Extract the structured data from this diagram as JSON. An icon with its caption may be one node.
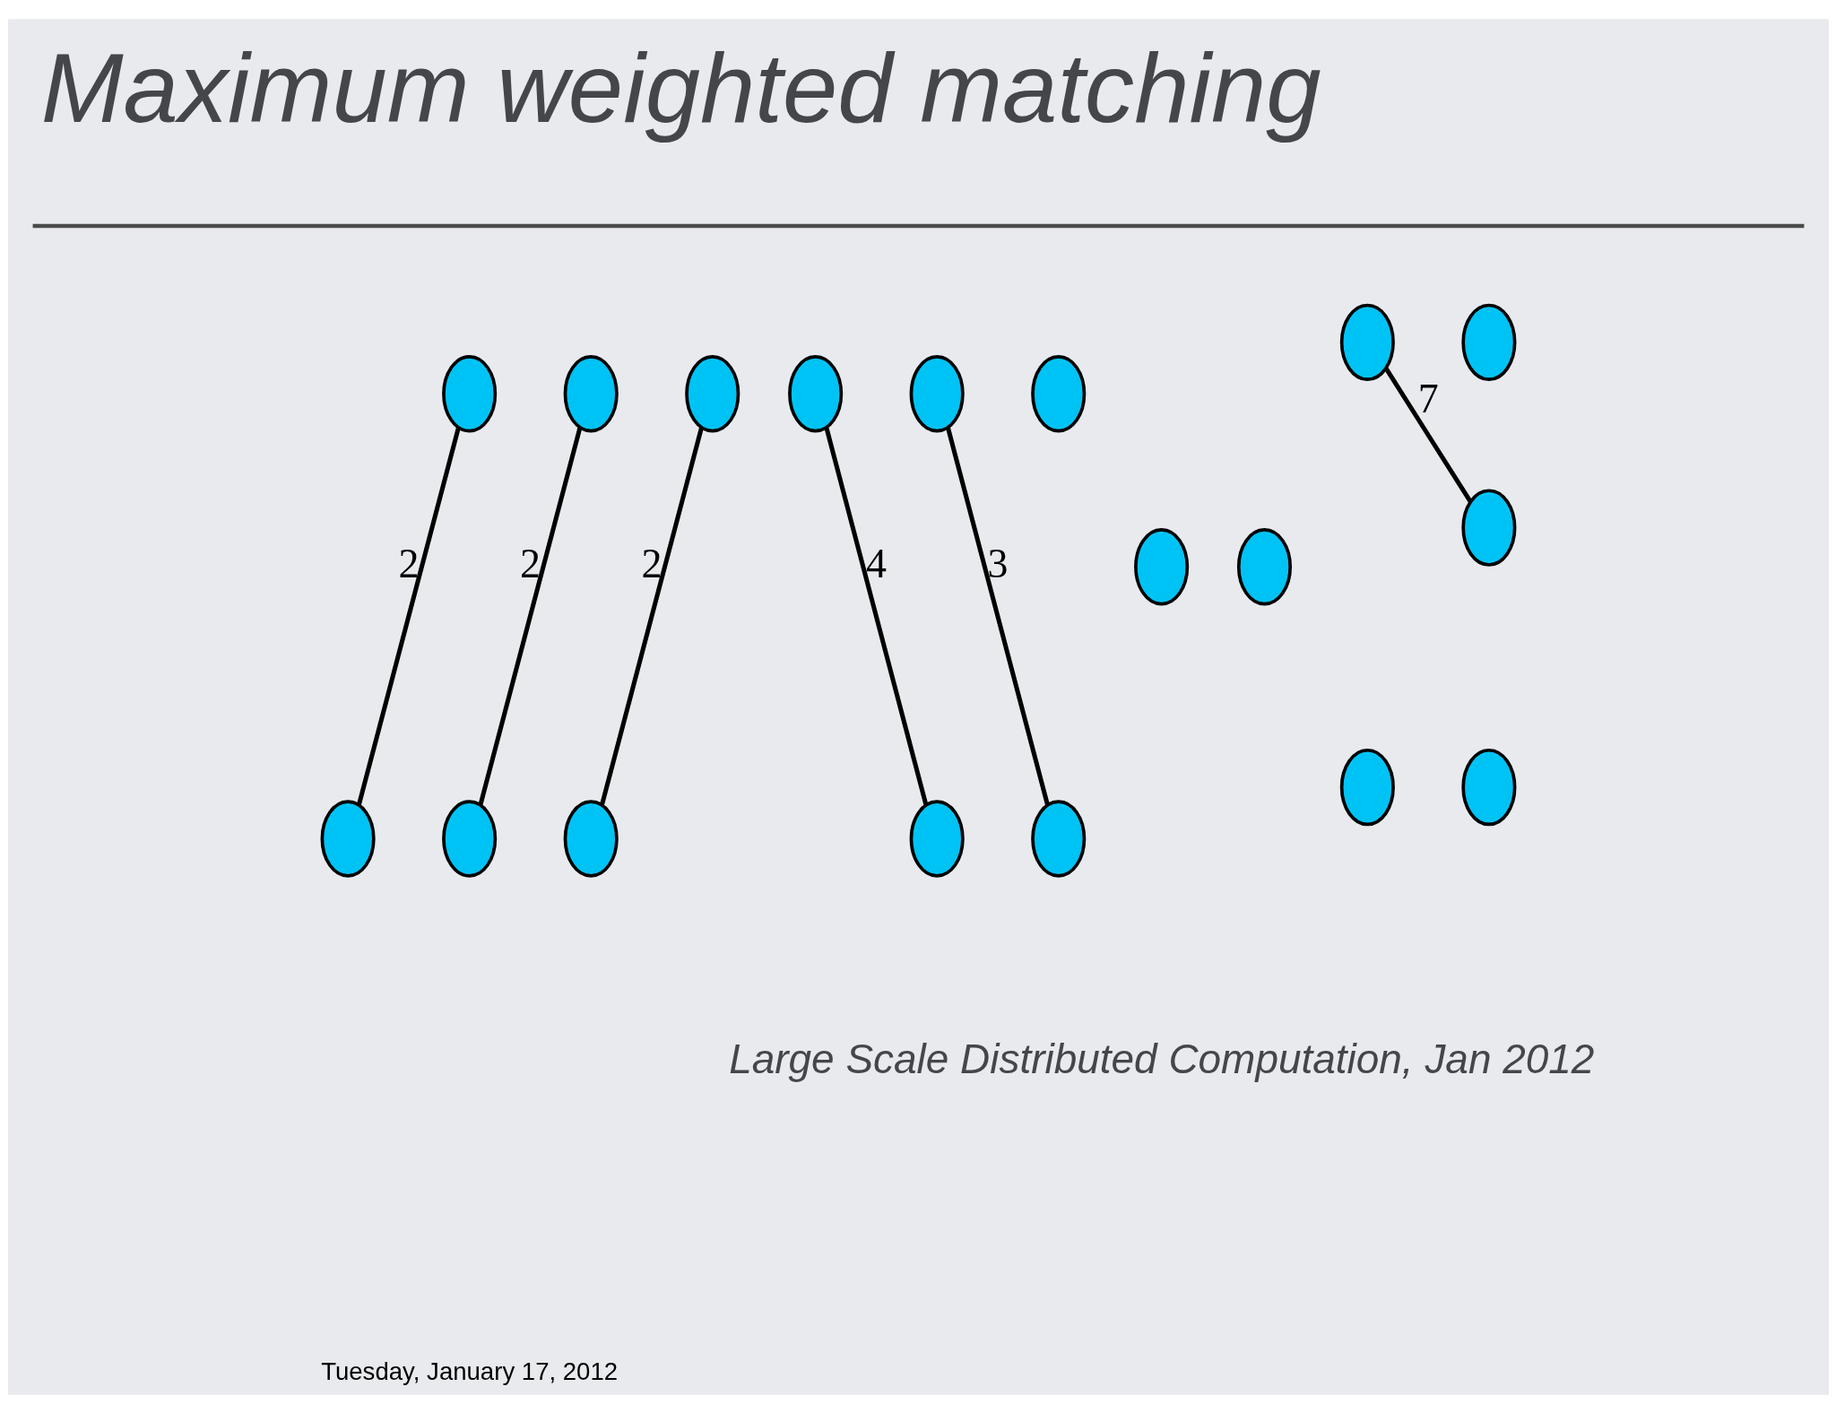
{
  "diagram": {
    "title": "Maximum weighted matching",
    "caption": "Large Scale Distributed Computation, Jan 2012",
    "nodes": [
      {
        "text": [],
        "shape": "ellipse"
      },
      {
        "text": [],
        "shape": "ellipse"
      },
      {
        "text": [],
        "shape": "ellipse"
      },
      {
        "text": [],
        "shape": "ellipse"
      },
      {
        "text": [],
        "shape": "ellipse"
      },
      {
        "text": [],
        "shape": "ellipse"
      },
      {
        "text": [],
        "shape": "ellipse"
      },
      {
        "text": [],
        "shape": "ellipse"
      },
      {
        "text": [],
        "shape": "ellipse"
      },
      {
        "text": [],
        "shape": "ellipse"
      },
      {
        "text": [],
        "shape": "ellipse"
      },
      {
        "text": [],
        "shape": "ellipse"
      },
      {
        "text": [],
        "shape": "ellipse"
      },
      {
        "text": [],
        "shape": "ellipse"
      },
      {
        "text": [],
        "shape": "ellipse"
      },
      {
        "text": [],
        "shape": "ellipse"
      },
      {
        "text": [],
        "shape": "ellipse"
      },
      {
        "text": [],
        "shape": "ellipse"
      }
    ],
    "edges": [
      {
        "from": 0,
        "to": 2,
        "arrow": "none",
        "label": "2"
      },
      {
        "from": 1,
        "to": 3,
        "arrow": "none",
        "label": "2"
      },
      {
        "from": 4,
        "to": 5,
        "arrow": "none",
        "label": "2"
      },
      {
        "from": 6,
        "to": 7,
        "arrow": "none",
        "label": "4"
      },
      {
        "from": 8,
        "to": 10,
        "arrow": "none",
        "label": "3"
      },
      {
        "from": 14,
        "to": 17,
        "arrow": "none",
        "label": "7"
      }
    ],
    "labels": [
      "Tuesday, January 17, 2012"
    ]
  }
}
